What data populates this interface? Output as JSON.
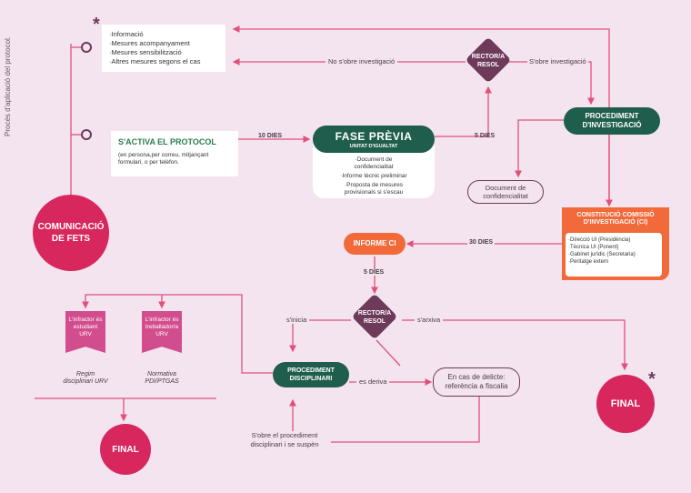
{
  "side_title": "Procés d'aplicació del protocol.",
  "asterisk": "*",
  "info_box": {
    "lines": [
      "·Informació",
      "·Mesures acompanyament",
      "·Mesures sensibilització",
      "·Altres mesures segons el cas"
    ]
  },
  "start": {
    "title": "S'ACTIVA EL PROTOCOL",
    "desc": [
      "(en persona,per correu, mitjançant",
      "formulari, o per telèfon."
    ]
  },
  "comunicacio": [
    "COMUNICACIÓ",
    "DE FETS"
  ],
  "fase_previa": {
    "title": "FASE PRÈVIA",
    "subtitle": "UNITAT D'IGUALTAT",
    "items": [
      "·Document de",
      "confidencialitat",
      "·Informe tècnic preliminar",
      "·Proposta de mesures",
      "provisionals si s'escau"
    ]
  },
  "rector_top": [
    "RECTOR/A",
    "RESOL"
  ],
  "rector_mid": [
    "RECTOR/A",
    "RESOL"
  ],
  "no_investigacio": "No s'obre investigació",
  "si_investigacio": "S'obre investigació",
  "procediment_investigacio": [
    "PROCEDIMENT",
    "D'INVESTIGACIÓ"
  ],
  "document_conf": [
    "Document de",
    "confidencialitat"
  ],
  "comissio": {
    "title": [
      "CONSTITUCIÓ COMISSIÓ",
      "D'INVESTIGACIÓ (CI)"
    ],
    "items": [
      "·Direcció UI (Presidència)",
      "·Tècnica UI (Ponent)",
      "·Gabinet jurídic (Secretaria)",
      "·Peritatge extern"
    ]
  },
  "informe_ci": "INFORME CI",
  "durations": {
    "d10": "10 DIES",
    "d5a": "5 DIES",
    "d30": "30 DIES",
    "d5b": "5 DIES"
  },
  "s_inicia": "s'inicia",
  "s_arxiva": "s'arxiva",
  "es_deriva": "es deriva",
  "procediment_disciplinari": [
    "PROCEDIMENT",
    "DISCIPLINARI"
  ],
  "delicte": [
    "En cas de delicte:",
    "referència a fiscalia"
  ],
  "obre_procediment": [
    "S'obre el procediment",
    "disciplinari i se suspèn"
  ],
  "flag_estudiant": [
    "L'infractor és",
    "estudiant",
    "URV"
  ],
  "flag_treballador": [
    "L'infractor és",
    "treballador/a",
    "URV"
  ],
  "regim": [
    "Regim",
    "disciplinari URV"
  ],
  "normativa": [
    "Normativa",
    "PDI/PTGAS"
  ],
  "final_left": "FINAL",
  "final_right": "FINAL",
  "colors": {
    "background": "#f3e4f0",
    "pink": "#d7275d",
    "green": "#1f5e4c",
    "purple": "#6d3a5a",
    "orange": "#f26a3a",
    "line": "#e2507a"
  }
}
